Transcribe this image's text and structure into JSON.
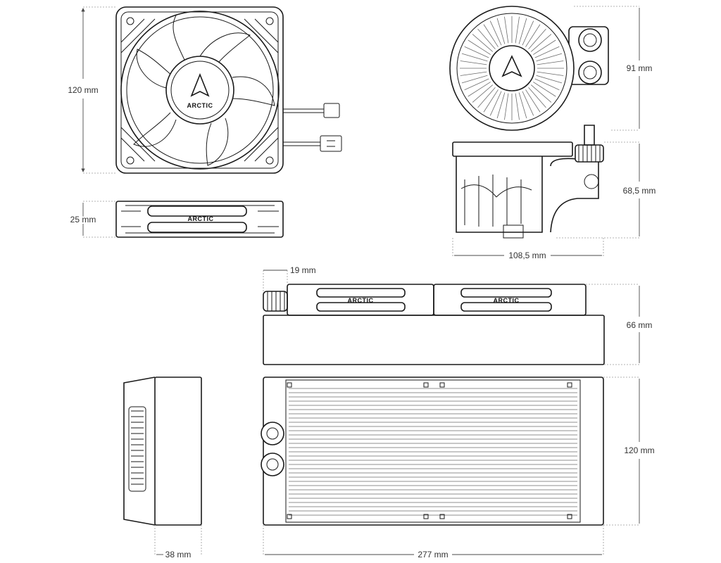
{
  "brand": {
    "logo_text": "ARCTIC"
  },
  "dimensions": {
    "fan_height": "120 mm",
    "fan_thickness": "25 mm",
    "pump_height": "91 mm",
    "pump_depth": "68,5 mm",
    "pump_width": "108,5 mm",
    "fitting_offset": "19 mm",
    "assembly_height": "66 mm",
    "radiator_height": "120 mm",
    "radiator_thickness": "38 mm",
    "radiator_length": "277 mm"
  },
  "colors": {
    "line": "#1a1a1a",
    "dimension_line": "#4a4a4a",
    "guide_line": "#9a9a9a",
    "background": "#ffffff"
  }
}
